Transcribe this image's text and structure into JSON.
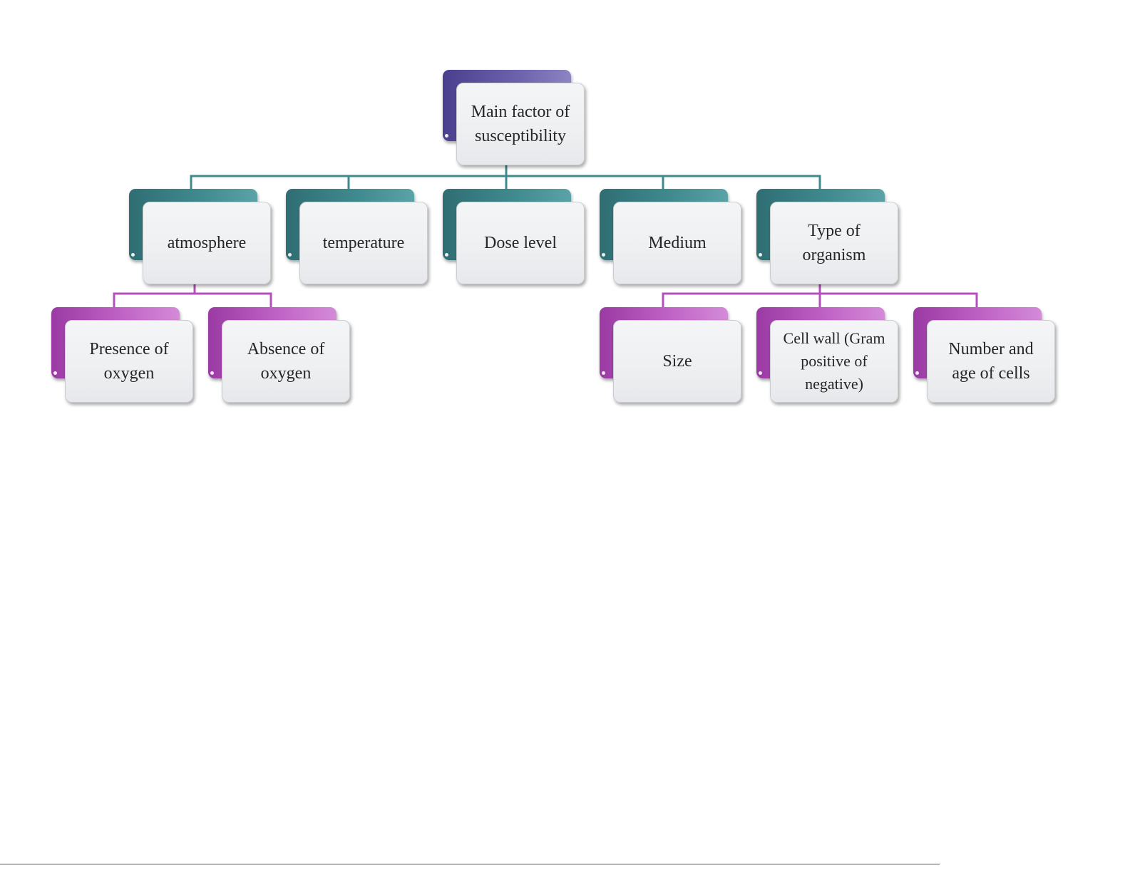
{
  "colors": {
    "root": "#6d63ad",
    "level1": "#3f8a8e",
    "level2": "#c063c6",
    "root_connector": "#3f8a8e",
    "leaf_connector": "#b44fbb"
  },
  "root": {
    "label": "Main factor of\nsusceptibility"
  },
  "factors": [
    {
      "label": "atmosphere"
    },
    {
      "label": "temperature"
    },
    {
      "label": "Dose level"
    },
    {
      "label": "Medium"
    },
    {
      "label": "Type of\norganism"
    }
  ],
  "atmosphere_children": [
    {
      "label": "Presence of\noxygen"
    },
    {
      "label": "Absence of\noxygen"
    }
  ],
  "organism_children": [
    {
      "label": "Size"
    },
    {
      "label": "Cell wall (Gram\npositive of\nnegative)"
    },
    {
      "label": "Number and\nage of cells"
    }
  ]
}
